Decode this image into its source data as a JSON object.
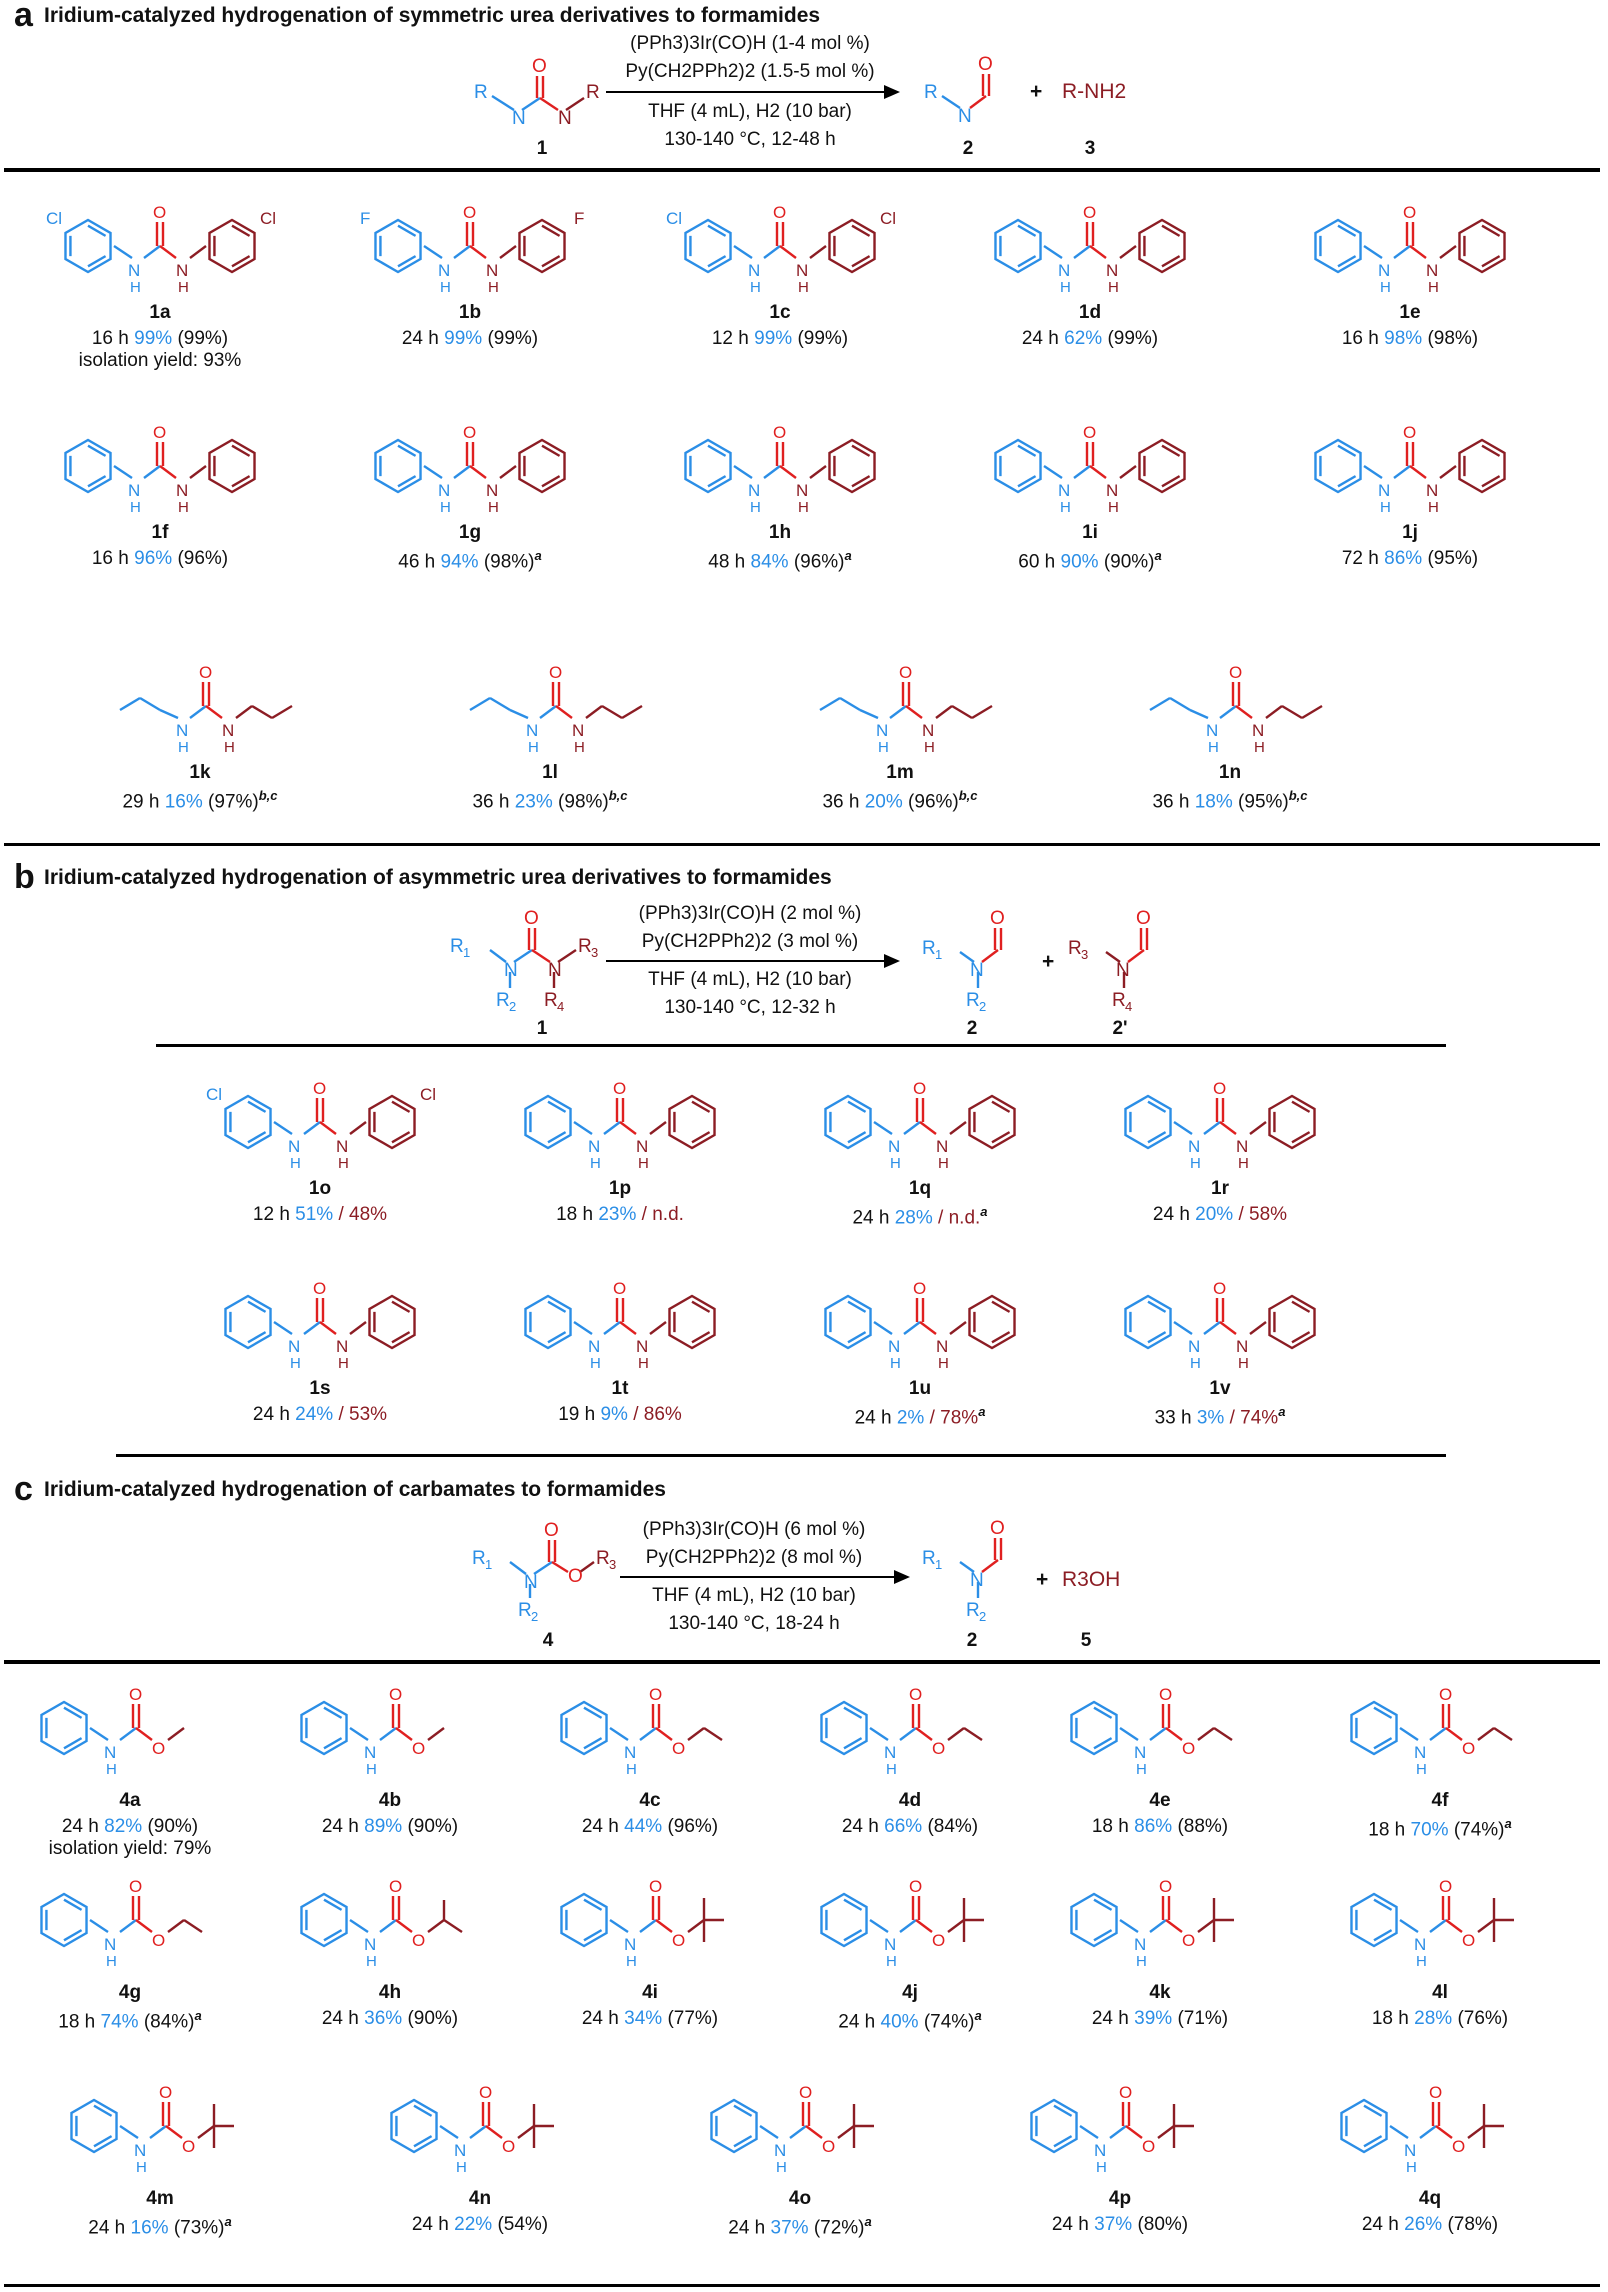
{
  "colors": {
    "blue": "#2b8ee6",
    "red": "#8c1d24"
  },
  "section_a": {
    "letter": "a",
    "title": "Iridium-catalyzed hydrogenation of symmetric urea derivatives to formamides",
    "conditions": [
      "(PPh3)3Ir(CO)H (1-4 mol %)",
      "Py(CH2PPh2)2 (1.5-5 mol %)",
      "THF (4 mL), H2 (10 bar)",
      "130-140 °C, 12-48 h"
    ],
    "labels": {
      "reactant": "1",
      "product": "2",
      "amine": "3"
    },
    "plus": "+",
    "amine_formula": "R-NH2",
    "compounds": [
      {
        "id": "1a",
        "time": "16 h",
        "yield": "99%",
        "conv": "(99%)",
        "note": "",
        "extra": "isolation yield: 93%"
      },
      {
        "id": "1b",
        "time": "24 h",
        "yield": "99%",
        "conv": "(99%)",
        "note": "",
        "extra": ""
      },
      {
        "id": "1c",
        "time": "12 h",
        "yield": "99%",
        "conv": "(99%)",
        "note": "",
        "extra": ""
      },
      {
        "id": "1d",
        "time": "24 h",
        "yield": "62%",
        "conv": "(99%)",
        "note": "",
        "extra": ""
      },
      {
        "id": "1e",
        "time": "16 h",
        "yield": "98%",
        "conv": "(98%)",
        "note": "",
        "extra": ""
      },
      {
        "id": "1f",
        "time": "16 h",
        "yield": "96%",
        "conv": "(96%)",
        "note": "",
        "extra": ""
      },
      {
        "id": "1g",
        "time": "46 h",
        "yield": "94%",
        "conv": "(98%)",
        "note": "a",
        "extra": ""
      },
      {
        "id": "1h",
        "time": "48 h",
        "yield": "84%",
        "conv": "(96%)",
        "note": "a",
        "extra": ""
      },
      {
        "id": "1i",
        "time": "60 h",
        "yield": "90%",
        "conv": "(90%)",
        "note": "a",
        "extra": ""
      },
      {
        "id": "1j",
        "time": "72 h",
        "yield": "86%",
        "conv": "(95%)",
        "note": "",
        "extra": ""
      },
      {
        "id": "1k",
        "time": "29 h",
        "yield": "16%",
        "conv": "(97%)",
        "note": "b,c",
        "extra": ""
      },
      {
        "id": "1l",
        "time": "36 h",
        "yield": "23%",
        "conv": "(98%)",
        "note": "b,c",
        "extra": ""
      },
      {
        "id": "1m",
        "time": "36 h",
        "yield": "20%",
        "conv": "(96%)",
        "note": "b,c",
        "extra": ""
      },
      {
        "id": "1n",
        "time": "36 h",
        "yield": "18%",
        "conv": "(95%)",
        "note": "b,c",
        "extra": ""
      }
    ]
  },
  "section_b": {
    "letter": "b",
    "title": "Iridium-catalyzed hydrogenation of asymmetric urea derivatives to formamides",
    "conditions": [
      "(PPh3)3Ir(CO)H (2 mol %)",
      "Py(CH2PPh2)2 (3 mol %)",
      "THF (4 mL), H2 (10 bar)",
      "130-140 °C, 12-32 h"
    ],
    "labels": {
      "reactant": "1",
      "product": "2",
      "product2": "2'"
    },
    "plus": "+",
    "compounds": [
      {
        "id": "1o",
        "time": "12 h",
        "y1": "51%",
        "sep": "/",
        "y2": "48%",
        "note": ""
      },
      {
        "id": "1p",
        "time": "18 h",
        "y1": "23%",
        "sep": "/",
        "y2": "n.d.",
        "note": ""
      },
      {
        "id": "1q",
        "time": "24 h",
        "y1": "28%",
        "sep": "/",
        "y2": "n.d.",
        "note": "a"
      },
      {
        "id": "1r",
        "time": "24 h",
        "y1": "20%",
        "sep": "/",
        "y2": "58%",
        "note": ""
      },
      {
        "id": "1s",
        "time": "24 h",
        "y1": "24%",
        "sep": "/",
        "y2": "53%",
        "note": ""
      },
      {
        "id": "1t",
        "time": "19 h",
        "y1": "9%",
        "sep": "/",
        "y2": "86%",
        "note": ""
      },
      {
        "id": "1u",
        "time": "24 h",
        "y1": "2%",
        "sep": "/",
        "y2": "78%",
        "note": "a"
      },
      {
        "id": "1v",
        "time": "33 h",
        "y1": "3%",
        "sep": "/",
        "y2": "74%",
        "note": "a"
      }
    ]
  },
  "section_c": {
    "letter": "c",
    "title": "Iridium-catalyzed hydrogenation of carbamates to formamides",
    "conditions": [
      "(PPh3)3Ir(CO)H (6 mol %)",
      "Py(CH2PPh2)2 (8 mol %)",
      "THF (4 mL), H2 (10 bar)",
      "130-140 °C, 18-24 h"
    ],
    "labels": {
      "reactant": "4",
      "product": "2",
      "alcohol": "5"
    },
    "plus": "+",
    "alcohol_formula": "R3OH",
    "compounds": [
      {
        "id": "4a",
        "time": "24 h",
        "yield": "82%",
        "conv": "(90%)",
        "note": "",
        "extra": "isolation yield: 79%"
      },
      {
        "id": "4b",
        "time": "24 h",
        "yield": "89%",
        "conv": "(90%)",
        "note": "",
        "extra": ""
      },
      {
        "id": "4c",
        "time": "24 h",
        "yield": "44%",
        "conv": "(96%)",
        "note": "",
        "extra": ""
      },
      {
        "id": "4d",
        "time": "24 h",
        "yield": "66%",
        "conv": "(84%)",
        "note": "",
        "extra": ""
      },
      {
        "id": "4e",
        "time": "18 h",
        "yield": "86%",
        "conv": "(88%)",
        "note": "",
        "extra": ""
      },
      {
        "id": "4f",
        "time": "18 h",
        "yield": "70%",
        "conv": "(74%)",
        "note": "a",
        "extra": ""
      },
      {
        "id": "4g",
        "time": "18 h",
        "yield": "74%",
        "conv": "(84%)",
        "note": "a",
        "extra": ""
      },
      {
        "id": "4h",
        "time": "24 h",
        "yield": "36%",
        "conv": "(90%)",
        "note": "",
        "extra": ""
      },
      {
        "id": "4i",
        "time": "24 h",
        "yield": "34%",
        "conv": "(77%)",
        "note": "",
        "extra": ""
      },
      {
        "id": "4j",
        "time": "24 h",
        "yield": "40%",
        "conv": "(74%)",
        "note": "a",
        "extra": ""
      },
      {
        "id": "4k",
        "time": "24 h",
        "yield": "39%",
        "conv": "(71%)",
        "note": "",
        "extra": ""
      },
      {
        "id": "4l",
        "time": "18 h",
        "yield": "28%",
        "conv": "(76%)",
        "note": "",
        "extra": ""
      },
      {
        "id": "4m",
        "time": "24 h",
        "yield": "16%",
        "conv": "(73%)",
        "note": "a",
        "extra": ""
      },
      {
        "id": "4n",
        "time": "24 h",
        "yield": "22%",
        "conv": "(54%)",
        "note": "",
        "extra": ""
      },
      {
        "id": "4o",
        "time": "24 h",
        "yield": "37%",
        "conv": "(72%)",
        "note": "a",
        "extra": ""
      },
      {
        "id": "4p",
        "time": "24 h",
        "yield": "37%",
        "conv": "(80%)",
        "note": "",
        "extra": ""
      },
      {
        "id": "4q",
        "time": "24 h",
        "yield": "26%",
        "conv": "(78%)",
        "note": "",
        "extra": ""
      }
    ]
  }
}
